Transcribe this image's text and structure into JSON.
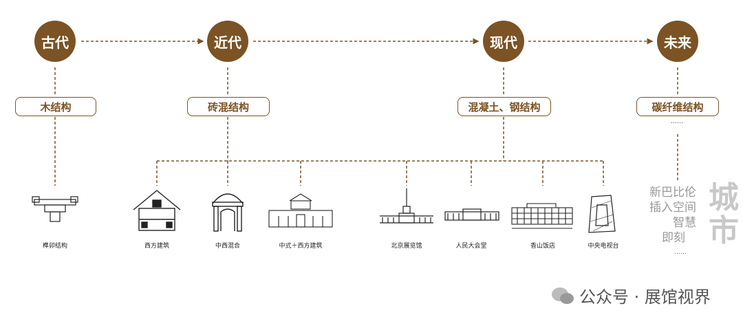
{
  "eras": [
    {
      "label": "古代",
      "material": "木结构"
    },
    {
      "label": "近代",
      "material": "砖混结构"
    },
    {
      "label": "现代",
      "material": "混凝土、钢结构"
    },
    {
      "label": "未来",
      "material": "碳纤维结构"
    }
  ],
  "ellipsis": "……",
  "buildings": [
    "榫卯结构",
    "西方建筑",
    "中西混合",
    "中式＋西方建筑",
    "北京展览馆",
    "人民大会堂",
    "香山饭店",
    "中央电视台"
  ],
  "future": {
    "big": [
      "城",
      "市"
    ],
    "lines": [
      "新巴比伦",
      "插入空间",
      "智慧",
      "即刻"
    ],
    "dots": "……"
  },
  "watermark": "公众号 · 展馆视界",
  "colors": {
    "accent": "#7b5324"
  }
}
